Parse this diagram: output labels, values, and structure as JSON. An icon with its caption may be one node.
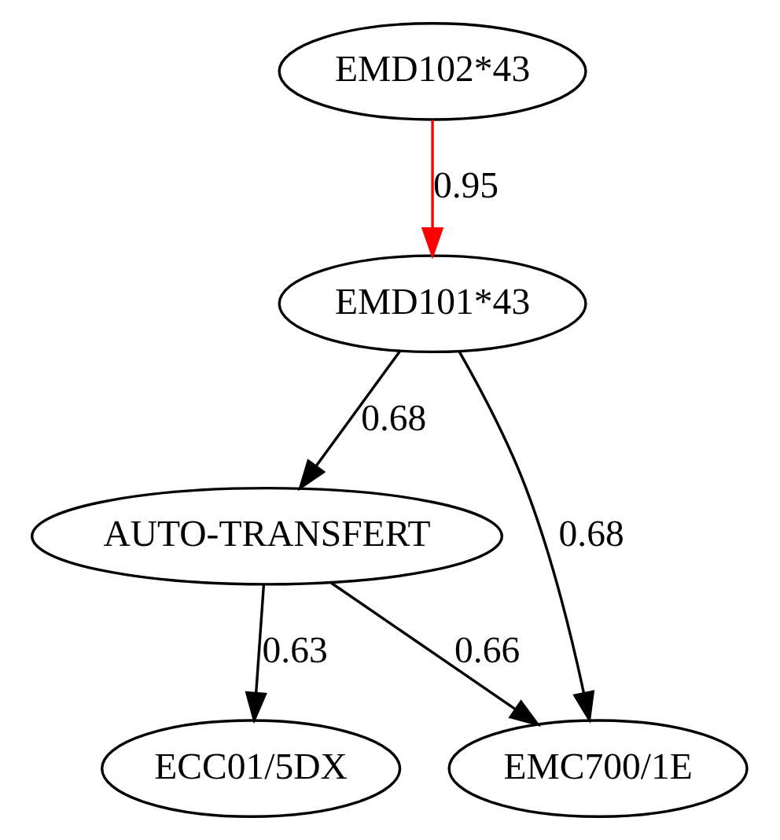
{
  "diagram": {
    "nodes": [
      {
        "text": [
          "EMD102*43"
        ]
      },
      {
        "text": [
          "EMD101*43"
        ]
      },
      {
        "text": [
          "AUTO-TRANSFERT"
        ]
      },
      {
        "text": [
          "ECC01/5DX"
        ]
      },
      {
        "text": [
          "EMC700/1E"
        ]
      }
    ],
    "edges": [
      {
        "from": 0,
        "to": 1,
        "arrow": "to",
        "label": "0.95",
        "color": "#ff0000"
      },
      {
        "from": 1,
        "to": 2,
        "arrow": "to",
        "label": "0.68"
      },
      {
        "from": 1,
        "to": 4,
        "arrow": "to",
        "label": "0.68"
      },
      {
        "from": 2,
        "to": 3,
        "arrow": "to",
        "label": "0.63"
      },
      {
        "from": 2,
        "to": 4,
        "arrow": "to",
        "label": "0.66"
      }
    ]
  }
}
